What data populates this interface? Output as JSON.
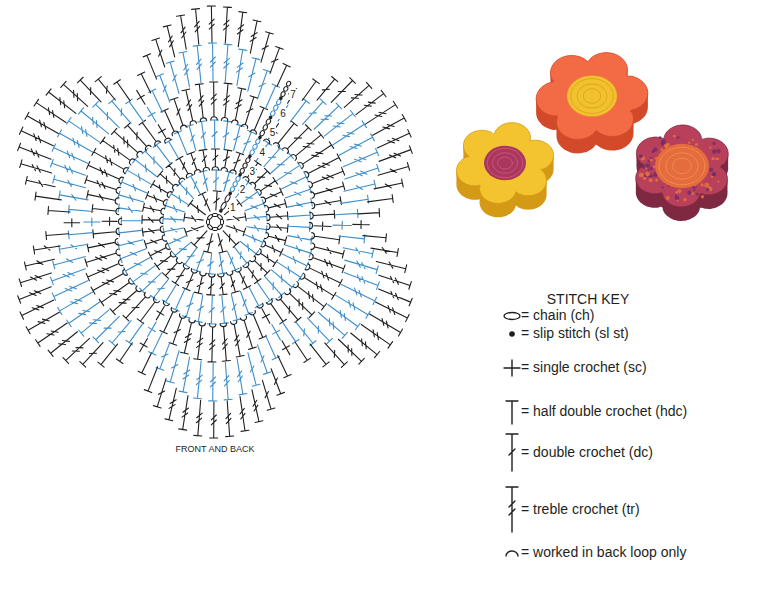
{
  "diagram": {
    "labels": [
      "1",
      "2",
      "3",
      "4",
      "5",
      "6",
      "7",
      "FRONT AND BACK",
      "STITCH KEY"
    ],
    "legend": [
      {
        "text": "= chain (ch)"
      },
      {
        "text": "= slip stitch (sl st)"
      },
      {
        "text": "= single crochet (sc)"
      },
      {
        "text": "= half double crochet (hdc)"
      },
      {
        "text": "= double crochet (dc)"
      },
      {
        "text": "= treble crochet (tr)"
      },
      {
        "text": "= worked in back loop only"
      }
    ]
  }
}
